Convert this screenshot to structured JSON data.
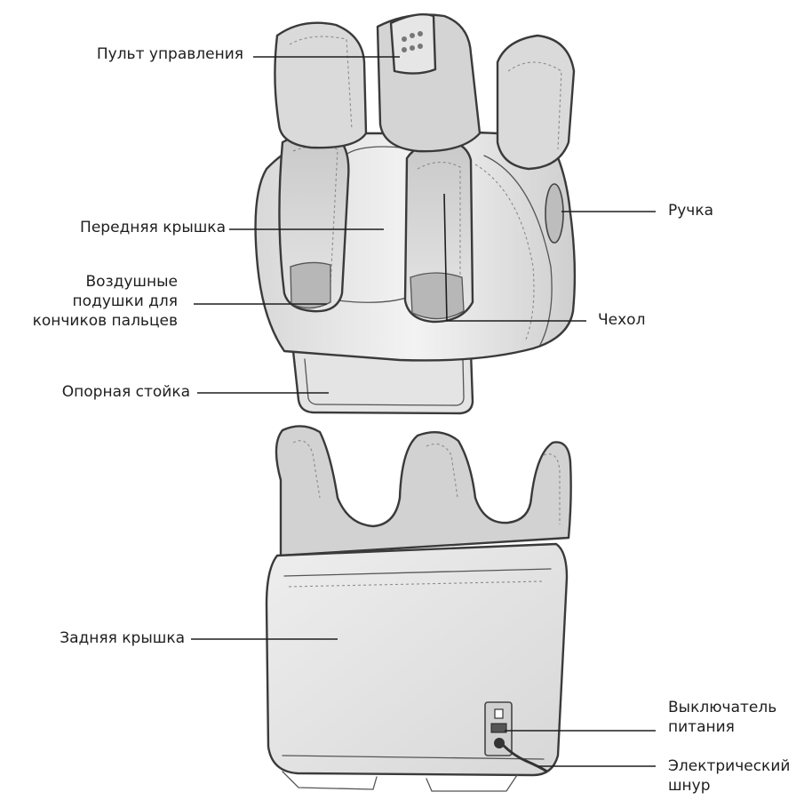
{
  "labels": {
    "control_panel": "Пульт управления",
    "front_cover": "Передняя крышка",
    "toe_airbags_line1": "Воздушные",
    "toe_airbags_line2": "подушки для",
    "toe_airbags_line3": "кончиков пальцев",
    "support_stand": "Опорная стойка",
    "handle": "Ручка",
    "cover": "Чехол",
    "back_cover": "Задняя крышка",
    "power_switch_line1": "Выключатель",
    "power_switch_line2": "питания",
    "power_cord_line1": "Электрический",
    "power_cord_line2": "шнур"
  }
}
